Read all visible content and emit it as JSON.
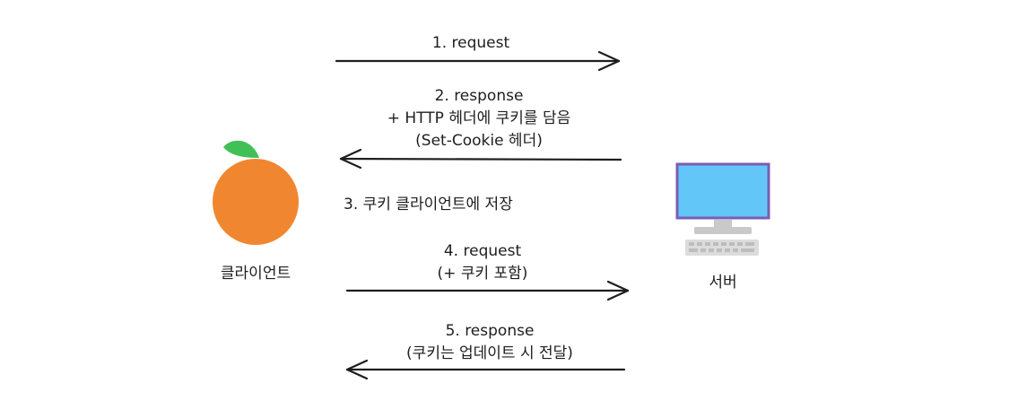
{
  "actors": {
    "client": {
      "label": "클라이언트",
      "icon": "orange-icon"
    },
    "server": {
      "label": "서버",
      "icon": "computer-monitor-icon"
    }
  },
  "steps": [
    {
      "lines": [
        "1. request"
      ],
      "direction": "client-to-server"
    },
    {
      "lines": [
        "2. response",
        "+ HTTP 헤더에 쿠키를 담음",
        "(Set-Cookie 헤더)"
      ],
      "direction": "server-to-client"
    },
    {
      "lines": [
        "3. 쿠키 클라이언트에 저장"
      ],
      "direction": "none"
    },
    {
      "lines": [
        "4. request",
        "(+ 쿠키 포함)"
      ],
      "direction": "client-to-server"
    },
    {
      "lines": [
        "5. response",
        "(쿠키는 업데이트 시 전달)"
      ],
      "direction": "server-to-client"
    }
  ],
  "colors": {
    "orange": "#f08730",
    "leaf": "#40c057",
    "screen": "#62c6f8",
    "monitor_frame": "#7b5cb4",
    "stand": "#c9c9c9",
    "keyboard": "#dcdcdc",
    "stroke": "#1e1e1e"
  }
}
